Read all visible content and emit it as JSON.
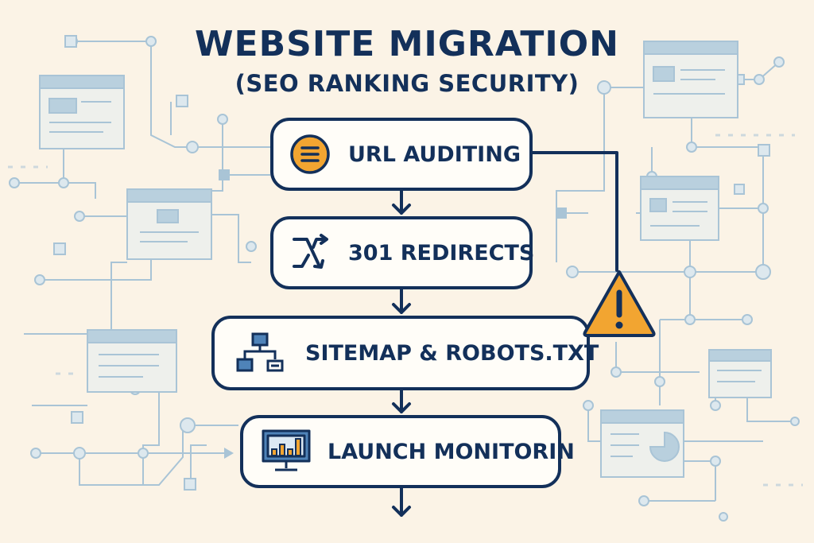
{
  "header": {
    "title": "WEBSITE MIGRATION",
    "subtitle": "(SEO RANKING SECURITY)"
  },
  "steps": [
    {
      "label": "URL AUDITING",
      "icon": "list-circle-icon"
    },
    {
      "label": "301 REDIRECTS",
      "icon": "redirect-arrows-icon"
    },
    {
      "label": "SITEMAP & ROBOTS.TXT",
      "icon": "sitemap-icon"
    },
    {
      "label": "LAUNCH MONITORIN",
      "icon": "monitor-chart-icon"
    }
  ],
  "warning": {
    "icon": "warning-triangle-icon"
  },
  "colors": {
    "background": "#fbf3e6",
    "navy": "#13305a",
    "accent_orange": "#f2a531",
    "accent_blue": "#4f83b8",
    "light_blue": "#a9c4d6"
  }
}
